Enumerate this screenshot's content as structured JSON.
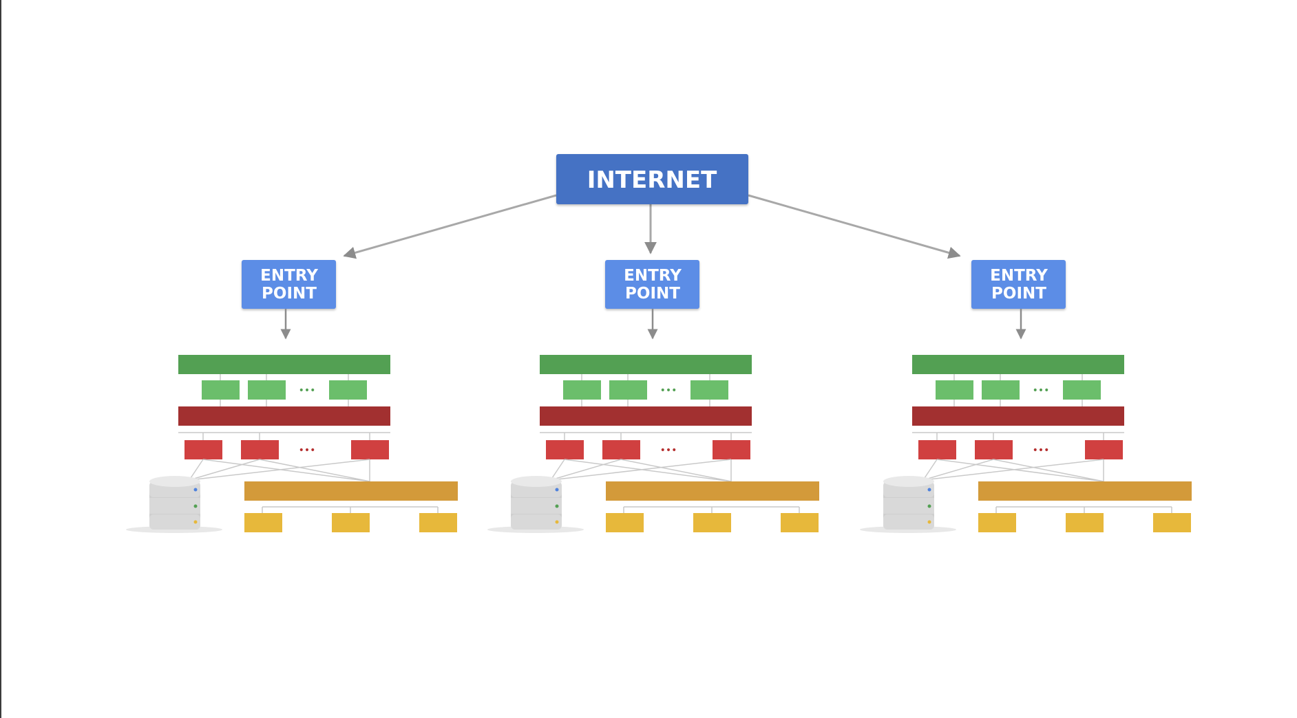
{
  "diagram": {
    "root": {
      "label": "INTERNET"
    },
    "entry_points": [
      {
        "line1": "ENTRY",
        "line2": "POINT"
      },
      {
        "line1": "ENTRY",
        "line2": "POINT"
      },
      {
        "line1": "ENTRY",
        "line2": "POINT"
      }
    ],
    "ellipsis": "•••",
    "colors": {
      "root_fill": "#4472c4",
      "entry_fill": "#5b8de6",
      "green_bar": "#53a053",
      "green_box": "#6bbe6b",
      "red_bar": "#a23030",
      "red_box": "#d04040",
      "orange_bar": "#d39a3a",
      "yellow_box": "#e7b83b",
      "connector": "#a8a8a8",
      "arrow": "#8c8c8c"
    },
    "icons": {
      "database": "database-icon"
    }
  }
}
